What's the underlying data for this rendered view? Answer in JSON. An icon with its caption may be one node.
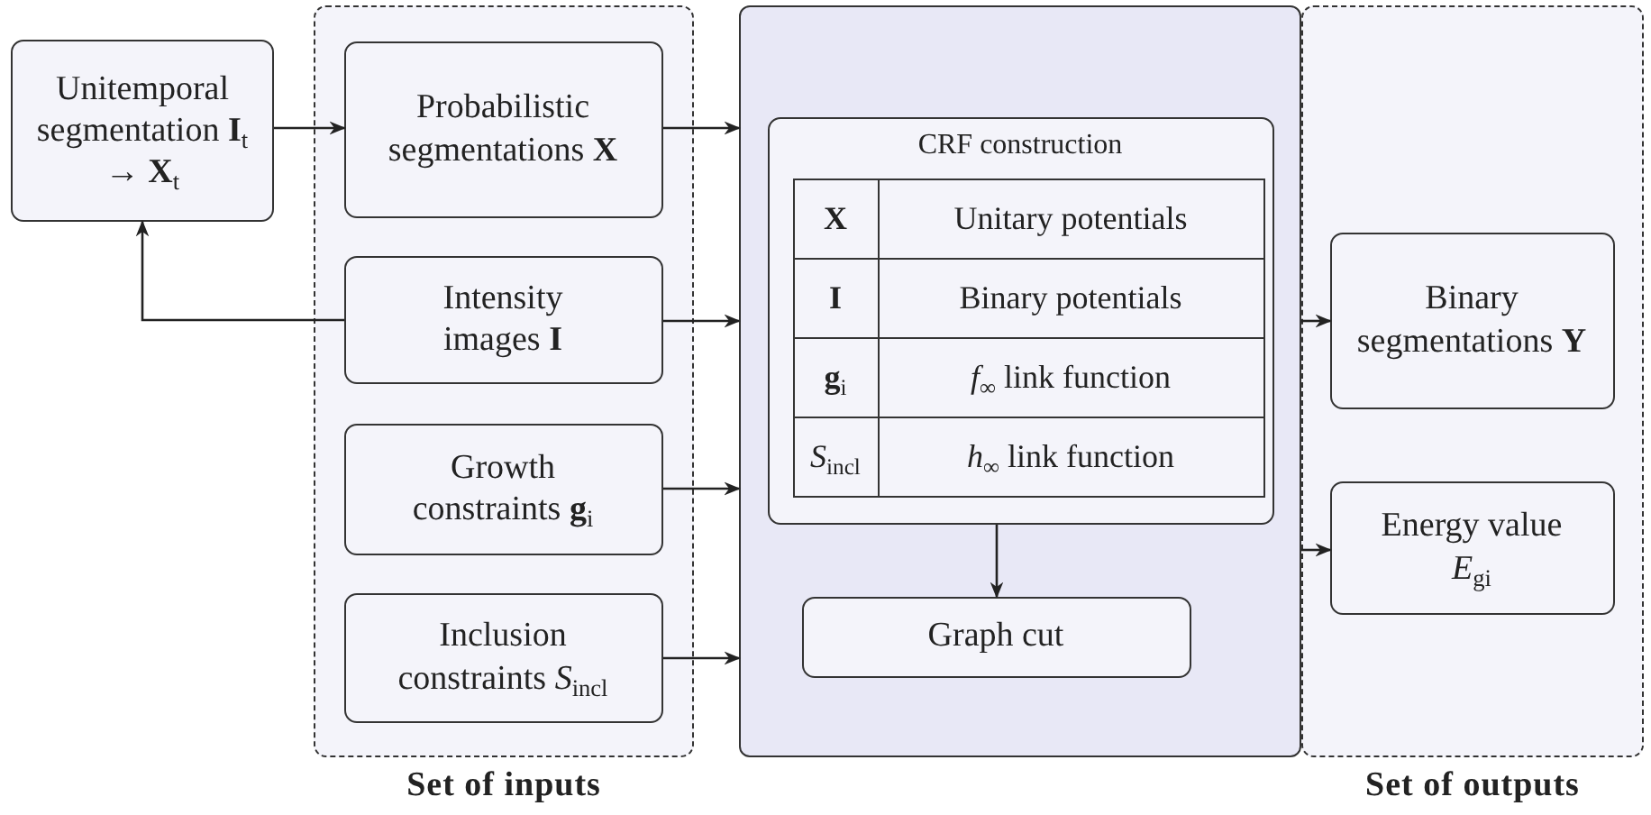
{
  "diagram": {
    "nodes": [
      {
        "text": [
          "Unitemporal segmentation **I**$_{t}$ → **X**$_{t}$"
        ]
      },
      {
        "text": [
          "Set of inputs"
        ]
      },
      {
        "text": [
          "Probabilistic segmentations **X**"
        ],
        "in": 1
      },
      {
        "text": [
          "Intensity images **I**"
        ],
        "in": 1
      },
      {
        "text": [
          "Growth constraints **g**$_{i}$"
        ],
        "in": 1
      },
      {
        "text": [
          "Inclusion constraints *S*$_{incl}$"
        ],
        "in": 1
      },
      {
        "text": [],
        "shape": "box"
      },
      {
        "text": [
          "CRF construction"
        ],
        "in": 6
      },
      {
        "text": [
          "Graph cut"
        ],
        "in": 6
      },
      {
        "text": [
          "Set of outputs"
        ]
      },
      {
        "text": [
          "Binary segmentations **Y**"
        ],
        "in": 9
      },
      {
        "text": [
          "Energy value *E*$_{gi}$"
        ],
        "in": 9
      }
    ],
    "edges": [
      {
        "from": 0,
        "to": 2,
        "arrow": "to"
      },
      {
        "from": 3,
        "to": 0,
        "arrow": "to"
      },
      {
        "from": 2,
        "to": 6,
        "arrow": "to"
      },
      {
        "from": 3,
        "to": 6,
        "arrow": "to"
      },
      {
        "from": 4,
        "to": 6,
        "arrow": "to"
      },
      {
        "from": 5,
        "to": 6,
        "arrow": "to"
      },
      {
        "from": 7,
        "to": 8,
        "arrow": "to"
      },
      {
        "from": 6,
        "to": 10,
        "arrow": "to"
      },
      {
        "from": 6,
        "to": 11,
        "arrow": "to"
      }
    ],
    "labels": [
      "**X**",
      "Unitary potentials",
      "**I**",
      "Binary potentials",
      "**g**$_{i}$",
      "*f*$_{∞}$ link function",
      "*S*$_{incl}$",
      "*h*$_{∞}$ link function"
    ]
  }
}
